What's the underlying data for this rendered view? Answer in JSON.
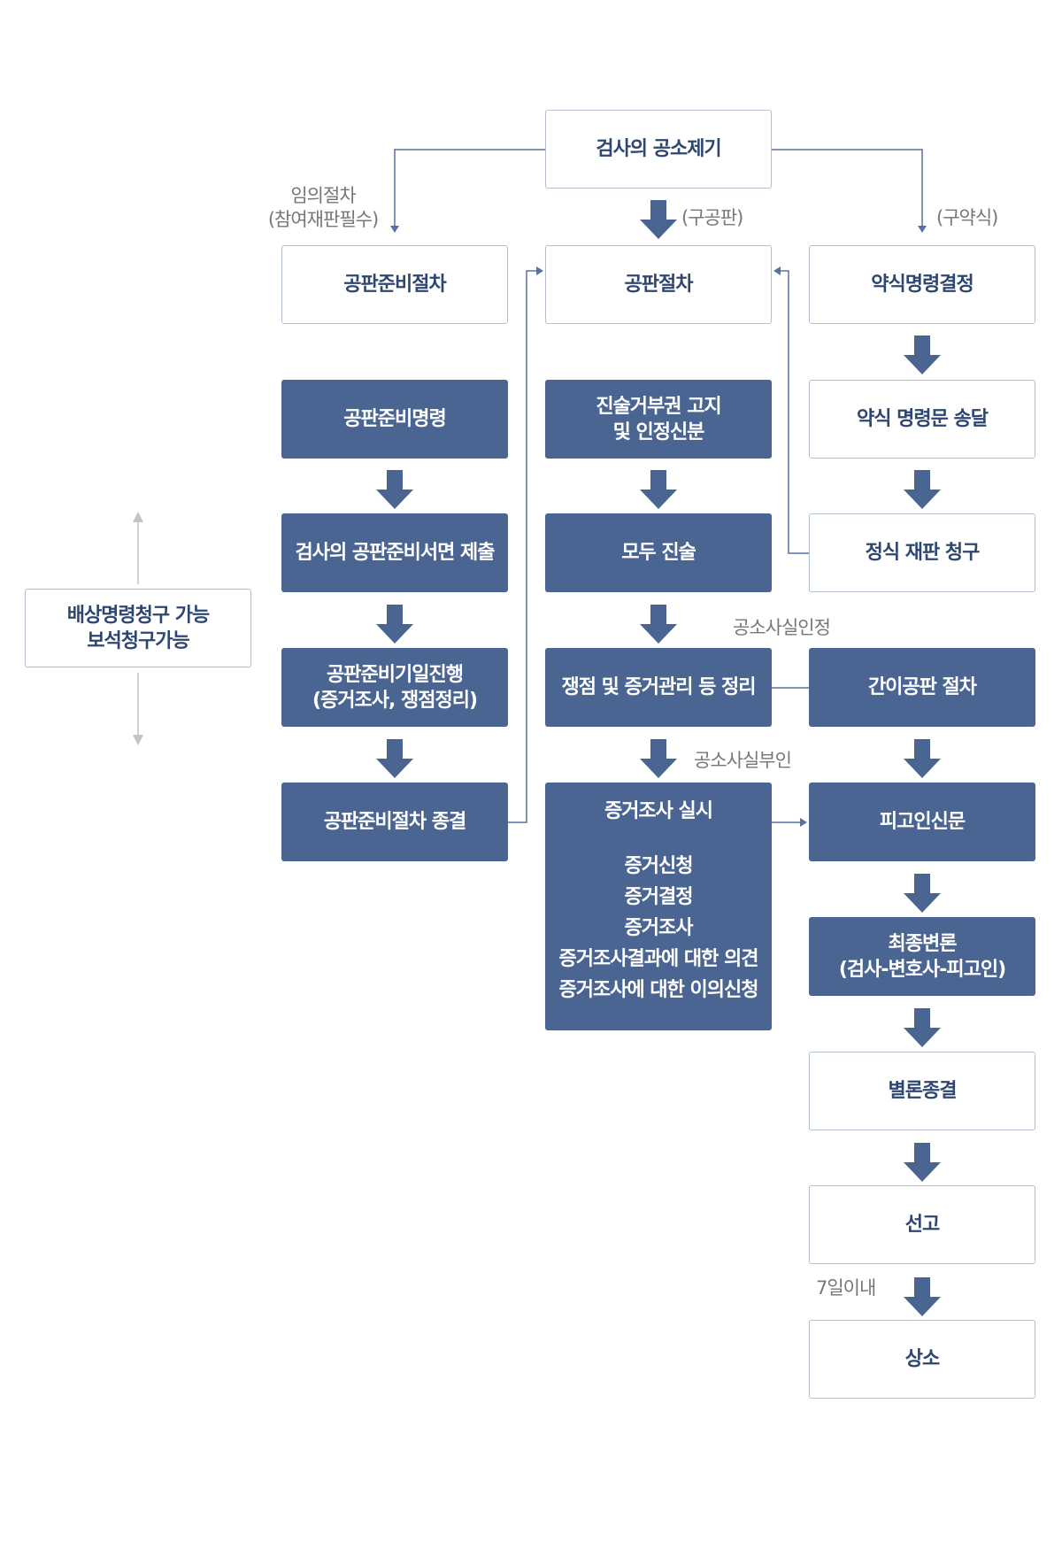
{
  "colors": {
    "fill": "#4a6591",
    "border": "#b4bfd0",
    "connector": "#5a72a0",
    "side_arrow": "#c4c4c4",
    "label": "#777777",
    "text_dark": "#2e4770"
  },
  "nodes": {
    "indictment": "검사의 공소제기",
    "pretrial_proc": "공판준비절차",
    "trial_proc": "공판절차",
    "summary_order": "약식명령결정",
    "pretrial_order": "공판준비명령",
    "prosecutor_doc": "검사의 공판준비서면 제출",
    "pretrial_date": [
      "공판준비기일진행",
      "(증거조사, 쟁점정리)"
    ],
    "pretrial_end": "공판준비절차 종결",
    "right_notice": [
      "진술거부권 고지",
      "및 인정신분"
    ],
    "opening": "모두 진술",
    "issues": "쟁점 및 증거관리 등 정리",
    "evidence_head": "증거조사 실시",
    "evidence_items": [
      "증거신청",
      "증거결정",
      "증거조사",
      "증거조사결과에 대한 의견",
      "증거조사에 대한 이의신청"
    ],
    "summary_delivery": "약식 명령문 송달",
    "formal_request": "정식 재판 청구",
    "simple_trial": "간이공판 절차",
    "defendant_exam": "피고인신문",
    "closing": [
      "최종변론",
      "(검사-변호사-피고인)"
    ],
    "conclusion": "별론종결",
    "sentence": "선고",
    "appeal": "상소",
    "side_note": [
      "배상명령청구 가능",
      "보석청구가능"
    ]
  },
  "labels": {
    "optional": [
      "임의절차",
      "(참여재판필수)"
    ],
    "formal_trial": "(구공판)",
    "summary_trial": "(구약식)",
    "admit": "공소사실인정",
    "deny": "공소사실부인",
    "within7": "7일이내"
  }
}
